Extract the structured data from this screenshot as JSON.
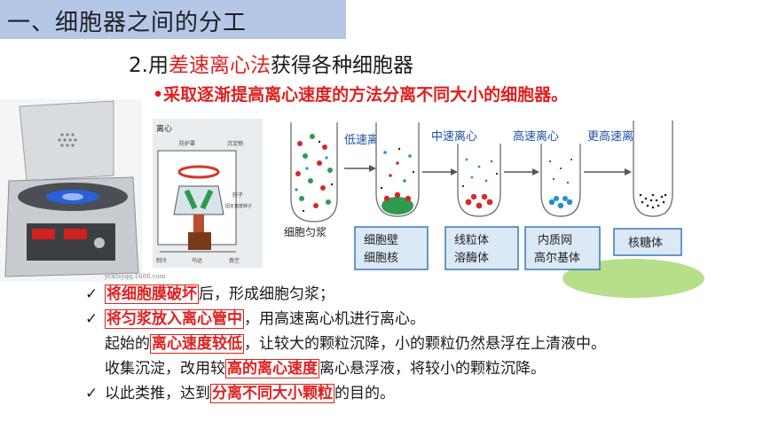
{
  "header": {
    "title": "一、细胞器之间的分工"
  },
  "subtitle": {
    "prefix": "2.用",
    "highlight": "差速离心法",
    "suffix": "获得各种细胞器"
  },
  "tagline": "•采取逐渐提高离心速度的方法分离不同大小的细胞器。",
  "figures": {
    "watermark": "ycktsyqq.1688.com",
    "diagram": {
      "caption": "离心",
      "labels": [
        "防护罩",
        "沉淀物",
        "转子",
        "固定角度转子",
        "制冷",
        "马达",
        "真空"
      ]
    },
    "tubes": {
      "start_label": "细胞匀浆",
      "speeds": [
        "低速离心",
        "中速离心",
        "高速离心",
        "更高速离心"
      ],
      "boxes": [
        [
          "细胞壁",
          "细胞核"
        ],
        [
          "线粒体",
          "溶酶体"
        ],
        [
          "内质网",
          "高尔基体"
        ],
        [
          "核糖体"
        ]
      ]
    }
  },
  "bullets": {
    "check": "✓",
    "b1": {
      "highlight": "将细胞膜破坏",
      "rest": "后，形成细胞匀浆；"
    },
    "b2": {
      "highlight": "将匀浆放入离心管中",
      "rest": "，用高速离心机进行离心。"
    },
    "l3": {
      "pre": "起始的",
      "highlight": "离心速度较低",
      "rest": "，让较大的颗粒沉降，小的颗粒仍然悬浮在上清液中。"
    },
    "l4": {
      "pre": "收集沉淀，改用较",
      "highlight": "高的离心速度",
      "rest": "离心悬浮液，将较小的颗粒沉降。"
    },
    "b5": {
      "pre": "以此类推，达到",
      "highlight": "分离不同大小颗粒",
      "rest": "的目的。"
    }
  },
  "colors": {
    "title_bar": "#b4c7e7",
    "accent_red": "#e02020",
    "box_fill": "#dbe8f6",
    "box_border": "#2e6fb8"
  }
}
